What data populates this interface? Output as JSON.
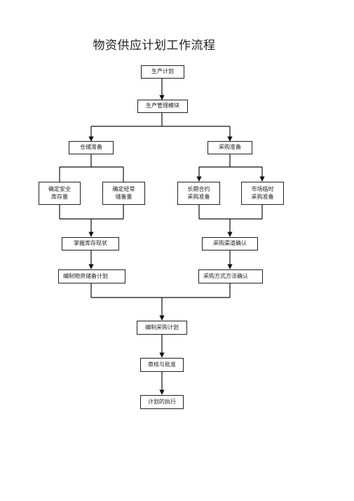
{
  "title": "物资供应计划工作流程",
  "nodes": {
    "production_plan": "生产计划",
    "production_module": "生产管理模块",
    "warehouse_prep": "仓储准备",
    "purchase_prep": "采购准备",
    "safety_stock": [
      "确定安全",
      "库存量"
    ],
    "regular_reserve": [
      "确定经常",
      "储备量"
    ],
    "long_term_purchase": [
      "长期合约",
      "采购准备"
    ],
    "market_temp_purchase": [
      "市场临时",
      "采购准备"
    ],
    "inventory_status": "掌握库存现状",
    "channel_confirm": "采购渠道确认",
    "reserve_plan": "编制物资储备计划",
    "method_confirm": "采购方式方法确认",
    "purchase_plan": "编制采购计划",
    "review_approve": "审核与批准",
    "plan_execution": "计划的执行"
  }
}
